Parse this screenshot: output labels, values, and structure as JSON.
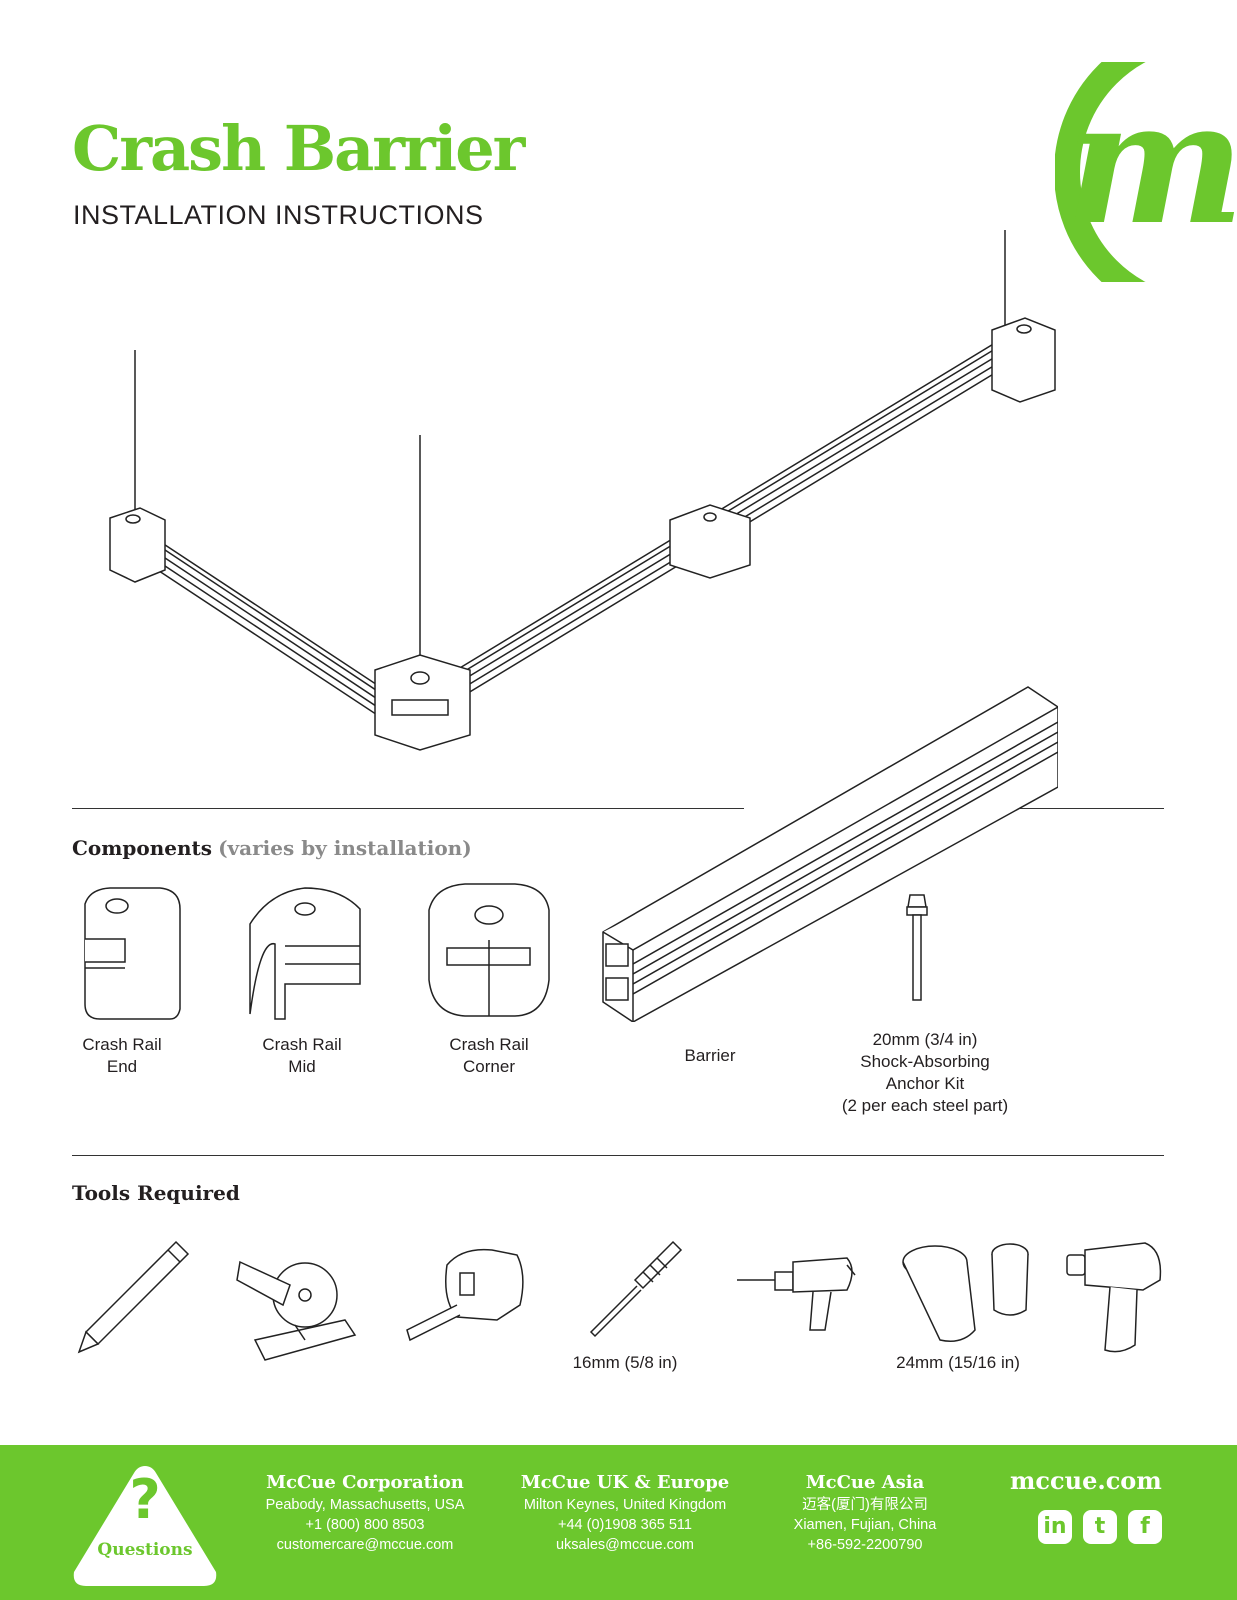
{
  "header": {
    "title": "Crash Barrier",
    "subtitle": "INSTALLATION INSTRUCTIONS",
    "logo_letter": "m"
  },
  "colors": {
    "brand_green": "#6cc72d",
    "text": "#231f20",
    "muted": "#8a8a8a"
  },
  "components": {
    "heading": "Components",
    "heading_note": "(varies by installation)",
    "items": [
      {
        "label": "Crash Rail\nEnd",
        "icon": "crash-rail-end-icon"
      },
      {
        "label": "Crash Rail\nMid",
        "icon": "crash-rail-mid-icon"
      },
      {
        "label": "Crash Rail\nCorner",
        "icon": "crash-rail-corner-icon"
      },
      {
        "label": "Barrier",
        "icon": "barrier-icon"
      },
      {
        "label": "20mm (3/4 in)\nShock-Absorbing\n   Anchor Kit\n(2 per each steel part)",
        "icon": "anchor-kit-icon"
      }
    ]
  },
  "tools": {
    "heading": "Tools Required",
    "items": [
      {
        "icon": "pencil-icon",
        "label": ""
      },
      {
        "icon": "miter-saw-icon",
        "label": ""
      },
      {
        "icon": "tape-measure-icon",
        "label": ""
      },
      {
        "icon": "drill-bit-icon",
        "label": "16mm (5/8 in)"
      },
      {
        "icon": "hammer-drill-icon",
        "label": ""
      },
      {
        "icon": "socket-icon",
        "label": "24mm (15/16 in)"
      },
      {
        "icon": "impact-driver-icon",
        "label": ""
      }
    ]
  },
  "footer": {
    "questions_mark": "?",
    "questions_label": "Questions",
    "offices": [
      {
        "name": "McCue Corporation",
        "lines": [
          "Peabody, Massachusetts, USA",
          "+1 (800) 800 8503",
          "customercare@mccue.com"
        ]
      },
      {
        "name": "McCue UK & Europe",
        "lines": [
          "Milton Keynes, United Kingdom",
          "+44 (0)1908 365 511",
          "uksales@mccue.com"
        ]
      },
      {
        "name": "McCue Asia",
        "lines": [
          "迈客(厦门)有限公司",
          "Xiamen, Fujian, China",
          "+86-592-2200790"
        ]
      }
    ],
    "website": "mccue.com",
    "social": [
      {
        "icon": "linkedin-icon",
        "text": "in"
      },
      {
        "icon": "twitter-icon",
        "text": "t"
      },
      {
        "icon": "facebook-icon",
        "text": "f"
      }
    ]
  }
}
